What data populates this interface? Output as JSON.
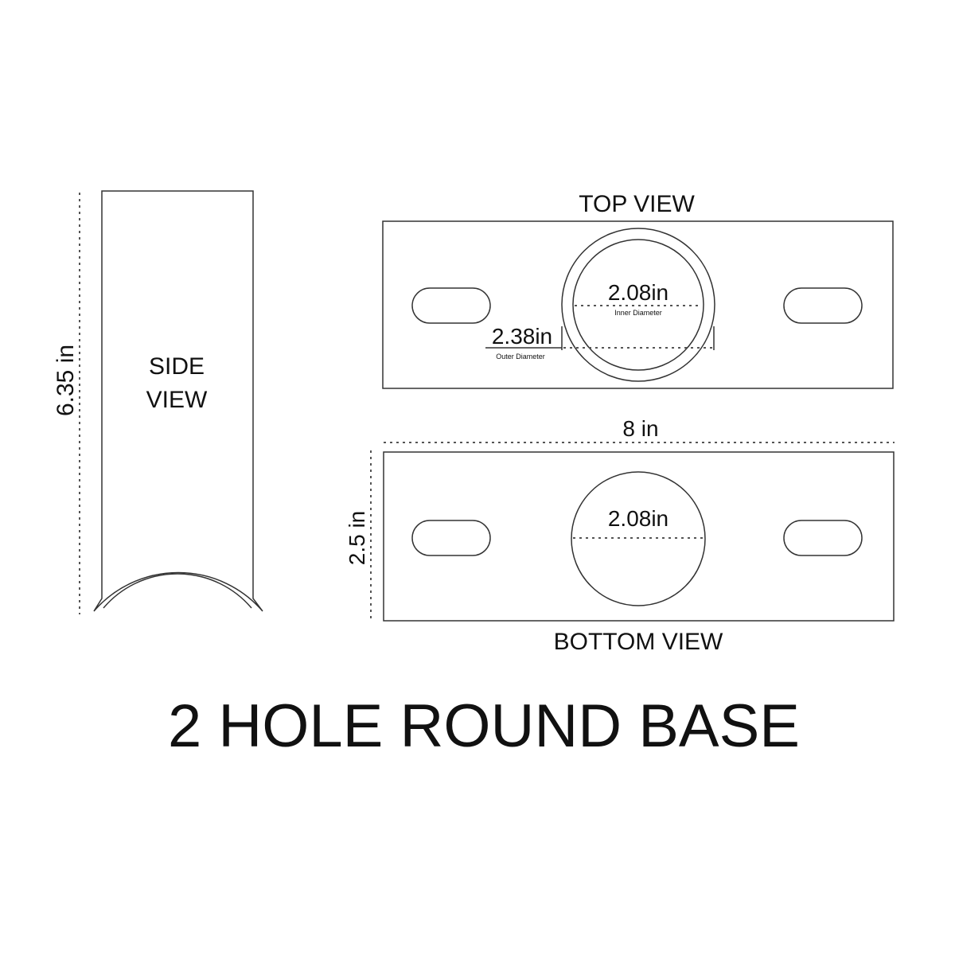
{
  "title": "2 HOLE ROUND BASE",
  "side_view": {
    "label_line1": "SIDE",
    "label_line2": "VIEW",
    "height_label": "6.35 in"
  },
  "top_view": {
    "label": "TOP VIEW",
    "inner_dim": "2.08in",
    "inner_caption": "Inner Diameter",
    "outer_dim": "2.38in",
    "outer_caption": "Outer Diameter"
  },
  "bottom_view": {
    "label": "BOTTOM VIEW",
    "width_label": "8 in",
    "height_label": "2.5 in",
    "hole_dim": "2.08in"
  }
}
